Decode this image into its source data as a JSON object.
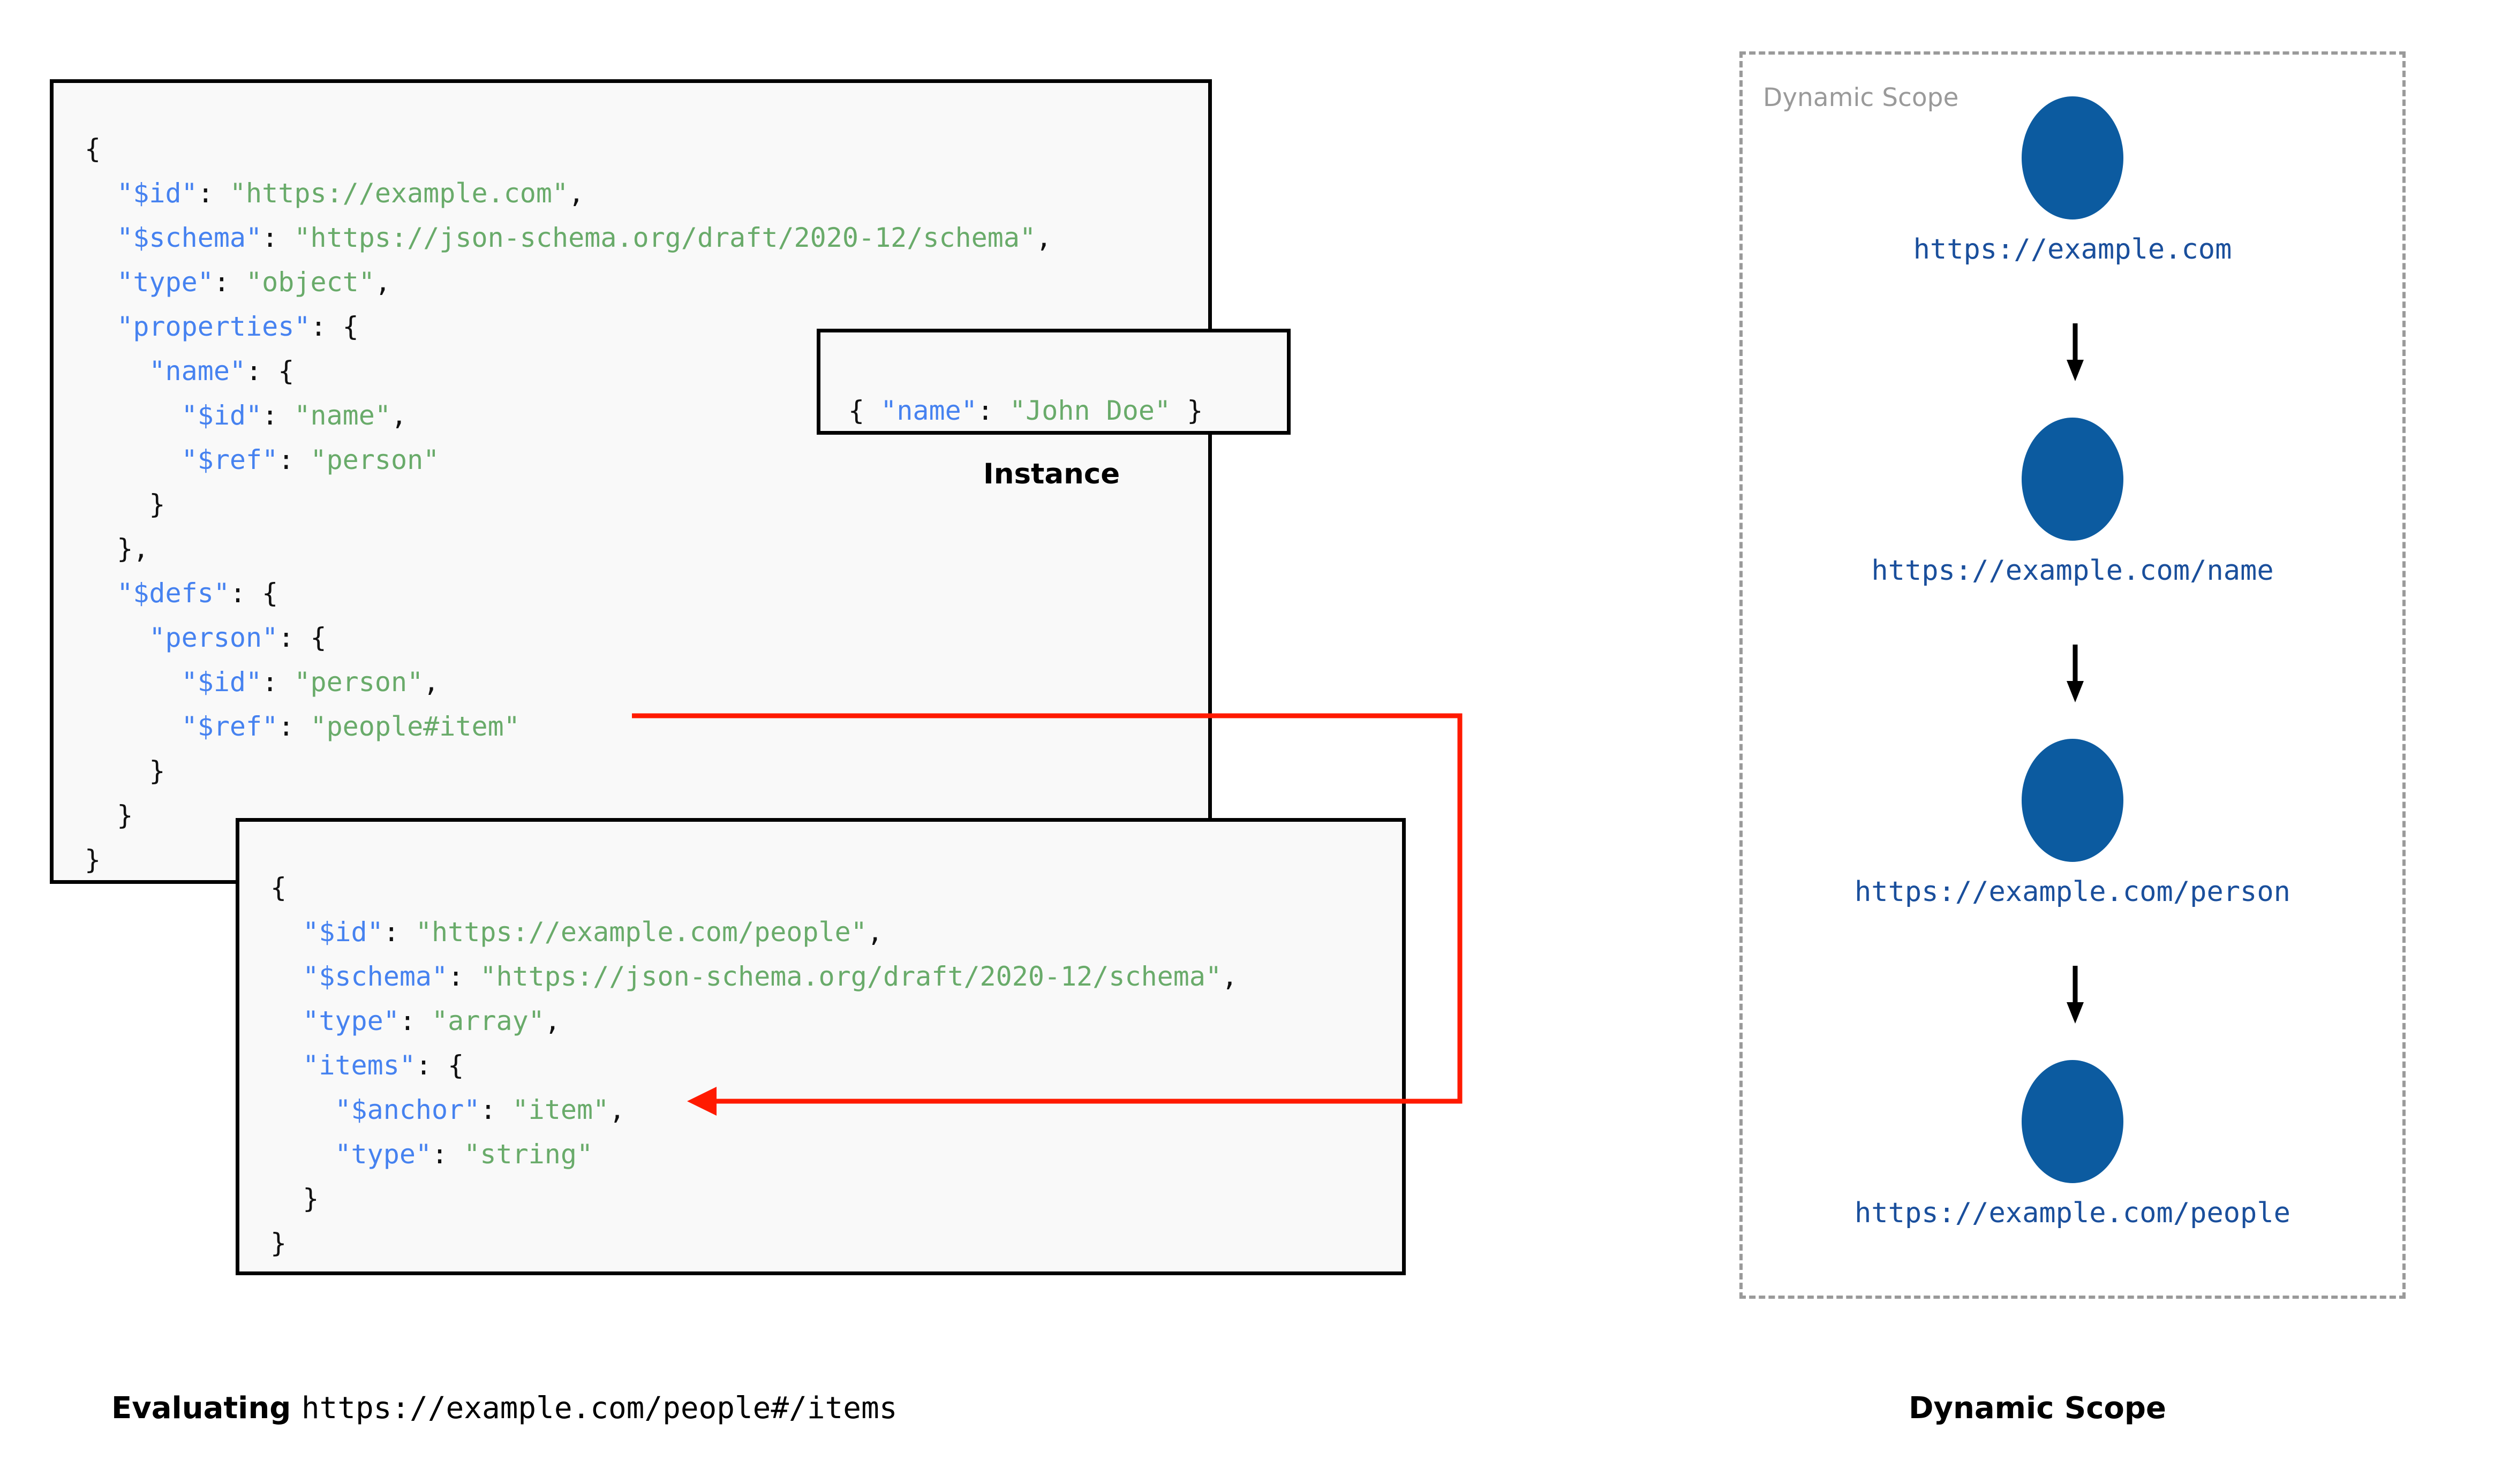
{
  "schema_root": {
    "title": "root-schema",
    "lines": [
      [
        {
          "t": "{",
          "c": "p"
        }
      ],
      [
        {
          "t": "  ",
          "c": "p"
        },
        {
          "t": "\"$id\"",
          "c": "k"
        },
        {
          "t": ": ",
          "c": "p"
        },
        {
          "t": "\"https://example.com\"",
          "c": "s"
        },
        {
          "t": ",",
          "c": "p"
        }
      ],
      [
        {
          "t": "  ",
          "c": "p"
        },
        {
          "t": "\"$schema\"",
          "c": "k"
        },
        {
          "t": ": ",
          "c": "p"
        },
        {
          "t": "\"https://json-schema.org/draft/2020-12/schema\"",
          "c": "s"
        },
        {
          "t": ",",
          "c": "p"
        }
      ],
      [
        {
          "t": "  ",
          "c": "p"
        },
        {
          "t": "\"type\"",
          "c": "k"
        },
        {
          "t": ": ",
          "c": "p"
        },
        {
          "t": "\"object\"",
          "c": "s"
        },
        {
          "t": ",",
          "c": "p"
        }
      ],
      [
        {
          "t": "  ",
          "c": "p"
        },
        {
          "t": "\"properties\"",
          "c": "k"
        },
        {
          "t": ": {",
          "c": "p"
        }
      ],
      [
        {
          "t": "    ",
          "c": "p"
        },
        {
          "t": "\"name\"",
          "c": "k"
        },
        {
          "t": ": {",
          "c": "p"
        }
      ],
      [
        {
          "t": "      ",
          "c": "p"
        },
        {
          "t": "\"$id\"",
          "c": "k"
        },
        {
          "t": ": ",
          "c": "p"
        },
        {
          "t": "\"name\"",
          "c": "s"
        },
        {
          "t": ",",
          "c": "p"
        }
      ],
      [
        {
          "t": "      ",
          "c": "p"
        },
        {
          "t": "\"$ref\"",
          "c": "k"
        },
        {
          "t": ": ",
          "c": "p"
        },
        {
          "t": "\"person\"",
          "c": "s"
        }
      ],
      [
        {
          "t": "    }",
          "c": "p"
        }
      ],
      [
        {
          "t": "  },",
          "c": "p"
        }
      ],
      [
        {
          "t": "  ",
          "c": "p"
        },
        {
          "t": "\"$defs\"",
          "c": "k"
        },
        {
          "t": ": {",
          "c": "p"
        }
      ],
      [
        {
          "t": "    ",
          "c": "p"
        },
        {
          "t": "\"person\"",
          "c": "k"
        },
        {
          "t": ": {",
          "c": "p"
        }
      ],
      [
        {
          "t": "      ",
          "c": "p"
        },
        {
          "t": "\"$id\"",
          "c": "k"
        },
        {
          "t": ": ",
          "c": "p"
        },
        {
          "t": "\"person\"",
          "c": "s"
        },
        {
          "t": ",",
          "c": "p"
        }
      ],
      [
        {
          "t": "      ",
          "c": "p"
        },
        {
          "t": "\"$ref\"",
          "c": "k"
        },
        {
          "t": ": ",
          "c": "p"
        },
        {
          "t": "\"people#item\"",
          "c": "s"
        }
      ],
      [
        {
          "t": "    }",
          "c": "p"
        }
      ],
      [
        {
          "t": "  }",
          "c": "p"
        }
      ],
      [
        {
          "t": "}",
          "c": "p"
        }
      ]
    ]
  },
  "instance": {
    "label": "Instance",
    "lines": [
      [
        {
          "t": "{ ",
          "c": "p"
        },
        {
          "t": "\"name\"",
          "c": "k"
        },
        {
          "t": ": ",
          "c": "p"
        },
        {
          "t": "\"John Doe\"",
          "c": "s"
        },
        {
          "t": " }",
          "c": "p"
        }
      ]
    ]
  },
  "schema_people": {
    "title": "people-schema",
    "lines": [
      [
        {
          "t": "{",
          "c": "p"
        }
      ],
      [
        {
          "t": "  ",
          "c": "p"
        },
        {
          "t": "\"$id\"",
          "c": "k"
        },
        {
          "t": ": ",
          "c": "p"
        },
        {
          "t": "\"https://example.com/people\"",
          "c": "s"
        },
        {
          "t": ",",
          "c": "p"
        }
      ],
      [
        {
          "t": "  ",
          "c": "p"
        },
        {
          "t": "\"$schema\"",
          "c": "k"
        },
        {
          "t": ": ",
          "c": "p"
        },
        {
          "t": "\"https://json-schema.org/draft/2020-12/schema\"",
          "c": "s"
        },
        {
          "t": ",",
          "c": "p"
        }
      ],
      [
        {
          "t": "  ",
          "c": "p"
        },
        {
          "t": "\"type\"",
          "c": "k"
        },
        {
          "t": ": ",
          "c": "p"
        },
        {
          "t": "\"array\"",
          "c": "s"
        },
        {
          "t": ",",
          "c": "p"
        }
      ],
      [
        {
          "t": "  ",
          "c": "p"
        },
        {
          "t": "\"items\"",
          "c": "k"
        },
        {
          "t": ": {",
          "c": "p"
        }
      ],
      [
        {
          "t": "    ",
          "c": "p"
        },
        {
          "t": "\"$anchor\"",
          "c": "k"
        },
        {
          "t": ": ",
          "c": "p"
        },
        {
          "t": "\"item\"",
          "c": "s"
        },
        {
          "t": ",",
          "c": "p"
        }
      ],
      [
        {
          "t": "    ",
          "c": "p"
        },
        {
          "t": "\"type\"",
          "c": "k"
        },
        {
          "t": ": ",
          "c": "p"
        },
        {
          "t": "\"string\"",
          "c": "s"
        }
      ],
      [
        {
          "t": "  }",
          "c": "p"
        }
      ],
      [
        {
          "t": "}",
          "c": "p"
        }
      ]
    ]
  },
  "captions": {
    "evaluating_lead": "Evaluating",
    "evaluating_uri": "https://example.com/people#/items",
    "dynamic_scope": "Dynamic Scope"
  },
  "dynamic_scope": {
    "panel_title": "Dynamic Scope",
    "nodes": [
      {
        "uri": "https://example.com"
      },
      {
        "uri": "https://example.com/name"
      },
      {
        "uri": "https://example.com/person"
      },
      {
        "uri": "https://example.com/people"
      }
    ]
  },
  "colors": {
    "json_key": "#4682f0",
    "json_string": "#69ab6a",
    "ref_arrow": "#ff1a00",
    "scope_node_fill": "#0c5ba0",
    "scope_uri_text": "#1a4f9c",
    "panel_border": "#9a9a9a",
    "box_border": "#000000",
    "box_fill": "#f9f9f9"
  }
}
